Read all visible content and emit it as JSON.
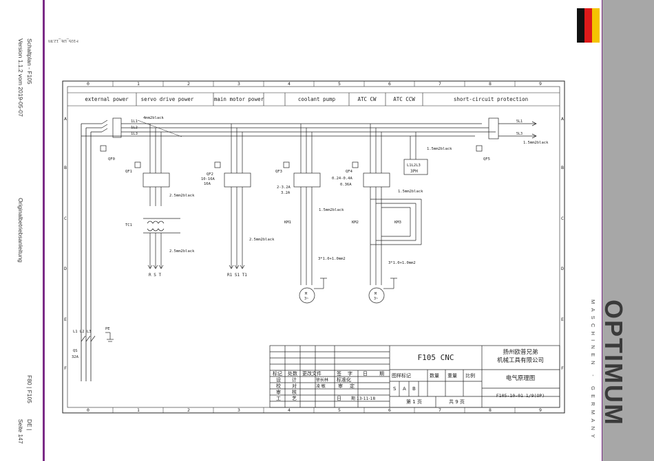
{
  "sidebar_left": {
    "title": "Schaltplan - F105",
    "version": "Version 1.1.2 vom 2019-05-07",
    "manual": "Originalbetriebsanleitung",
    "model": "F80 | F105",
    "lang": "DE |",
    "page": "Seite 147"
  },
  "ref_code": "F105_DE_12.fm",
  "brand": {
    "logo": "OPTIMUM",
    "tagline": "MASCHINEN - GERMANY",
    "flag_colors": [
      "#111111",
      "#dd1a1a",
      "#f5c400"
    ]
  },
  "columns": [
    "0",
    "1",
    "2",
    "3",
    "4",
    "5",
    "6",
    "7",
    "8",
    "9"
  ],
  "rows": [
    "A",
    "B",
    "C",
    "D",
    "E",
    "F"
  ],
  "sections": {
    "external_power": "external power",
    "servo_drive_power": "servo drive power",
    "main_motor_power": "main motor power",
    "coolant_pump": "coolant pump",
    "atc_cw": "ATC CW",
    "atc_ccw": "ATC CCW",
    "short_circuit": "short-circuit protection"
  },
  "schematic": {
    "bus_labels": [
      "1L1",
      "1L2",
      "1L3"
    ],
    "wire_4mm": "4mm2black",
    "wire_25_a": "2.5mm2black",
    "wire_25_b": "2.5mm2black",
    "wire_25_c": "2.5mm2black",
    "wire_15_a": "1.5mm2black",
    "wire_15_b": "1.5mm2black",
    "wire_15_c": "1.5mm2black",
    "wire_15_d": "1.5mm2black",
    "wire_3x13_a": "3*1.0+1.0mm2",
    "wire_3x13_b": "3*1.0+1.0mm2",
    "qf0": "QF0",
    "qf1": "QF1",
    "qf2": "QF2",
    "qf2_rating_a": "10-16A",
    "qf2_rating_b": "16A",
    "qf3": "QF3",
    "qf3_rating_a": "2-3.2A",
    "qf3_rating_b": "3.2A",
    "qf4": "QF4",
    "qf4_rating_a": "0.24-0.4A",
    "qf4_rating_b": "0.36A",
    "qf5": "QF5",
    "tc1": "TC1",
    "km1": "KM1",
    "km2": "KM2",
    "km3": "KM3",
    "servo_outputs": "R  S  T",
    "spindle_outputs": "R1 S1 T1",
    "motor_symbol": "M",
    "motor_phase": "3~",
    "phase_box_a": "L1L2L3",
    "phase_box_b": "3PH",
    "sc_out_a": "5L1",
    "sc_out_b": "5L3",
    "pe": "PE",
    "mains_labels": "L1 L2 L3",
    "qs": "QS",
    "qs_rating": "32A"
  },
  "title_block": {
    "drawing_title": "F105 CNC",
    "company_line1": "扬州欧普兄弟",
    "company_line2": "机械工具有限公司",
    "header_row": [
      "标记",
      "处数",
      "更改文件",
      "签",
      "字",
      "日",
      "期"
    ],
    "left_rows": [
      [
        "设",
        "计",
        "徐长林",
        "标准化",
        ""
      ],
      [
        "校",
        "对",
        "凌 敏",
        "审",
        "定"
      ],
      [
        "审",
        "核",
        "",
        "",
        ""
      ],
      [
        "工",
        "艺",
        "",
        "日",
        "期 13-11-18"
      ]
    ],
    "stage_header": [
      "图样标记",
      "数量",
      "重量",
      "比例"
    ],
    "stage_marks": [
      "S",
      "A",
      "B"
    ],
    "doc_name": "电气原理图",
    "sheet_current": "第 1 页",
    "sheet_total": "共 9 页",
    "doc_number": "F105-10-01 1/9(OP)"
  }
}
